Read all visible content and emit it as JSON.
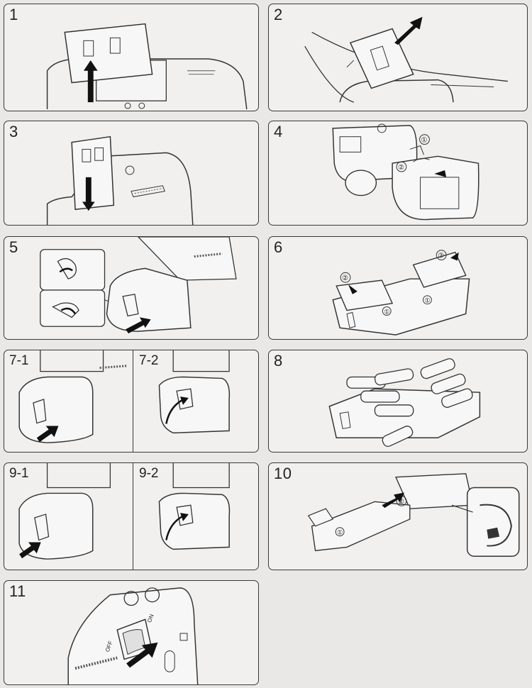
{
  "steps": [
    {
      "label": "1"
    },
    {
      "label": "2"
    },
    {
      "label": "3"
    },
    {
      "label": "4"
    },
    {
      "label": "5"
    },
    {
      "label": "6"
    },
    {
      "label": "7-1"
    },
    {
      "label": "7-2"
    },
    {
      "label": "8"
    },
    {
      "label": "9-1"
    },
    {
      "label": "9-2"
    },
    {
      "label": "10"
    },
    {
      "label": "11"
    }
  ],
  "markers": {
    "one": "①",
    "two": "②"
  },
  "switch": {
    "off": "OFF",
    "on": "ON"
  }
}
